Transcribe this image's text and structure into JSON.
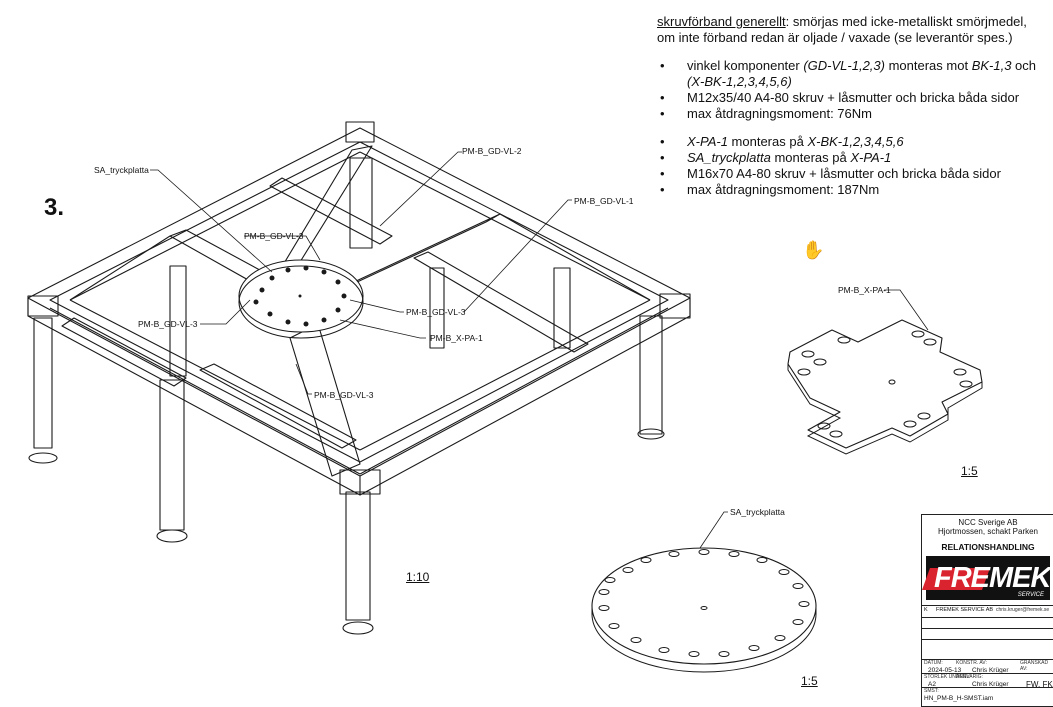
{
  "notes": {
    "intro_underlined": "skruvförband generellt",
    "intro_line1_rest": ": smörjas med icke-metalliskt smörjmedel,",
    "intro_line2": "om inte förband redan är oljade / vaxade (se leverantör spes.)",
    "group1": [
      {
        "a": "vinkel komponenter ",
        "b": "(GD-VL-1,2,3)",
        "c": " monteras mot ",
        "d": "BK-1,3",
        "e": " och"
      },
      {
        "a": "",
        "b": "(X-BK-1,2,3,4,5,6)",
        "c": "",
        "d": "",
        "e": ""
      },
      {
        "a": "M12x35/40 A4-80 skruv + låsmutter och bricka båda sidor",
        "b": "",
        "c": "",
        "d": "",
        "e": ""
      },
      {
        "a": "max åtdragningsmoment: 76Nm",
        "b": "",
        "c": "",
        "d": "",
        "e": ""
      }
    ],
    "group2": [
      {
        "a": "",
        "b": "X-PA-1",
        "c": " monteras på ",
        "d": "X-BK-1,2,3,4,5,6",
        "e": ""
      },
      {
        "a": "",
        "b": "SA_tryckplatta",
        "c": " monteras på ",
        "d": "X-PA-1",
        "e": ""
      },
      {
        "a": "M16x70 A4-80 skruv + låsmutter och bricka båda sidor",
        "b": "",
        "c": "",
        "d": "",
        "e": ""
      },
      {
        "a": "max åtdragningsmoment: 187Nm",
        "b": "",
        "c": "",
        "d": "",
        "e": ""
      }
    ]
  },
  "step_number": "3.",
  "callouts": {
    "sa_tryckplatta": "SA_tryckplatta",
    "gd_vl_2": "PM-B_GD-VL-2",
    "gd_vl_1": "PM-B_GD-VL-1",
    "gd_vl_3_a": "PM-B_GD-VL-3",
    "gd_vl_3_b": "PM-B_GD-VL-3",
    "gd_vl_3_c": "PM-B_GD-VL-3",
    "gd_vl_3_d": "PM-B_GD-VL-3",
    "x_pa_1": "PM-B_X-PA-1",
    "x_pa_1_detail": "PM-B_X-PA-1",
    "sa_detail": "SA_tryckplatta"
  },
  "scales": {
    "main": "1:10",
    "cross": "1:5",
    "disc": "1:5"
  },
  "title_block": {
    "company": "NCC Sverige AB",
    "site": "Hjortmossen, schakt Parken",
    "doc_type": "RELATIONSHANDLING",
    "logo_word": "FREMEK",
    "logo_sub": "SERVICE",
    "rev_k": "K",
    "rev_company": "FREMEK SERVICE AB",
    "rev_email": "chris.kruger@fremek.se",
    "lbl_datum": "DATUM:",
    "lbl_konstr": "KONSTR. AV:",
    "lbl_granskad": "GRANSKAD AV:",
    "date": "2024-05-13",
    "designer": "Chris Krüger",
    "lbl_storlek": "STORLEK UNDERL:",
    "lbl_ansvarig": "ANSVARIG:",
    "size": "A2",
    "responsible": "Chris Krüger",
    "checked": "FW, FK",
    "lbl_smst": "SMST:",
    "filename": "HN_PM-B_H-SMST.iam"
  },
  "colors": {
    "line": "#1a1a1a",
    "brand_red": "#d9232e",
    "brand_black": "#111111"
  }
}
